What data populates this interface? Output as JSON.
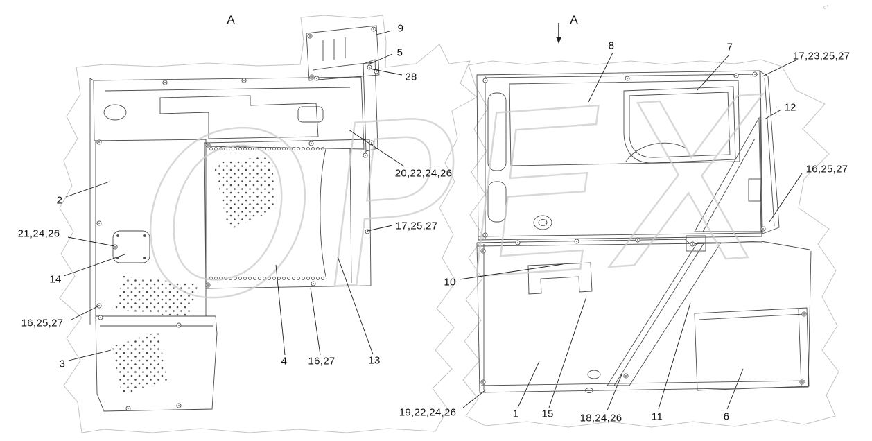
{
  "watermark": {
    "text": "OPEX"
  },
  "corner_mark": "o°",
  "colors": {
    "line": "#4a4a4a",
    "watermark": "#cfcfcf",
    "torn_edge": "#c3c3c3"
  },
  "view_labels": [
    {
      "text": "A"
    },
    {
      "text": "A"
    }
  ],
  "callouts": [
    {
      "text": "9"
    },
    {
      "text": "5"
    },
    {
      "text": "28"
    },
    {
      "text": "20,22,24,26"
    },
    {
      "text": "17,25,27"
    },
    {
      "text": "2"
    },
    {
      "text": "21,24,26"
    },
    {
      "text": "14"
    },
    {
      "text": "16,25,27"
    },
    {
      "text": "3"
    },
    {
      "text": "4"
    },
    {
      "text": "16,27"
    },
    {
      "text": "13"
    },
    {
      "text": "19,22,24,26"
    },
    {
      "text": "1"
    },
    {
      "text": "15"
    },
    {
      "text": "18,24,26"
    },
    {
      "text": "11"
    },
    {
      "text": "6"
    },
    {
      "text": "10"
    },
    {
      "text": "8"
    },
    {
      "text": "7"
    },
    {
      "text": "17,23,25,27"
    },
    {
      "text": "12"
    },
    {
      "text": "16,25,27"
    }
  ]
}
